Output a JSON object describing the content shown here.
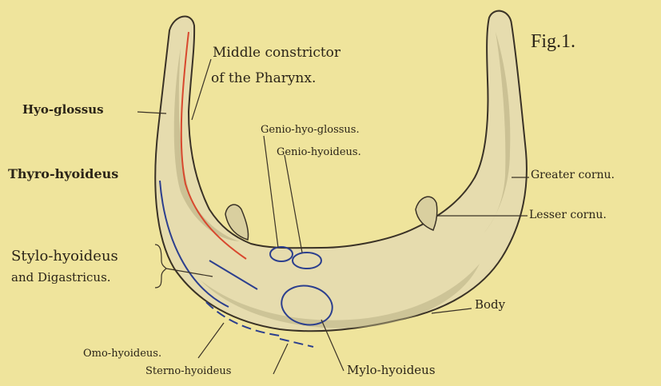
{
  "figure": {
    "number": "Fig.1.",
    "labels": {
      "middle_constrictor_1": "Middle constrictor",
      "middle_constrictor_2": "of the Pharynx.",
      "hyo_glossus": "Hyo-glossus",
      "genio_hyo_glossus": "Genio-hyo-glossus.",
      "genio_hyoideus": "Genio-hyoideus.",
      "thyro_hyoideus": "Thyro-hyoideus",
      "greater_cornu": "Greater cornu.",
      "lesser_cornu": "Lesser cornu.",
      "stylo_hyoideus": "Stylo-hyoideus",
      "and_digastricus": "and Digastricus.",
      "body": "Body",
      "omo_hyoideus": "Omo-hyoideus.",
      "sterno_hyoideus": "Sterno-hyoideus",
      "mylo_hyoideus": "Mylo-hyoideus"
    }
  },
  "colors": {
    "background": "#efe49c",
    "bone_fill": "#e6dcae",
    "bone_shade": "#b4ab80",
    "outline": "#3a3226",
    "red_line": "#d8482e",
    "blue_line": "#2c3f8e"
  }
}
